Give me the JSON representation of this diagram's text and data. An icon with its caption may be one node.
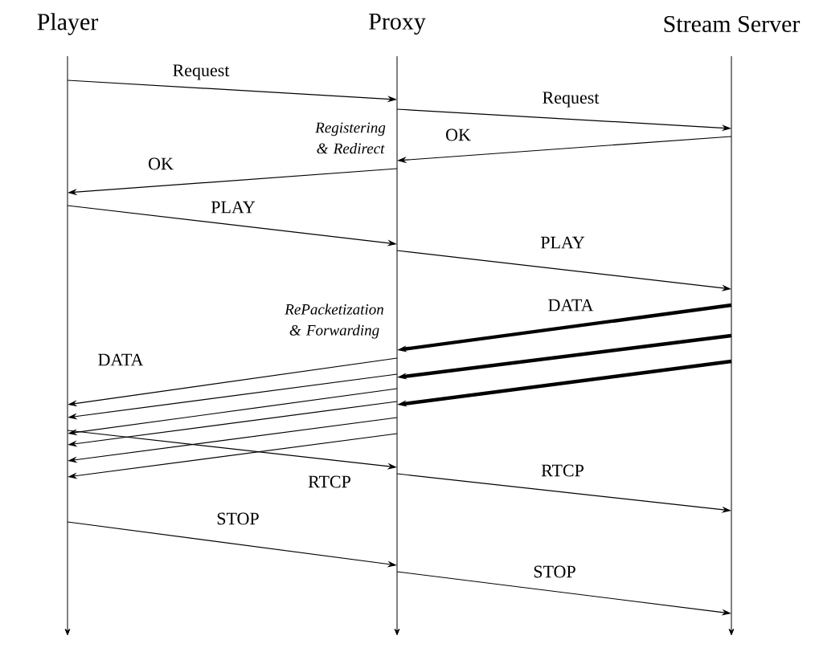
{
  "diagram": {
    "nodes": [
      {
        "text": [
          "Player"
        ]
      },
      {
        "text": [
          "Proxy"
        ]
      },
      {
        "text": [
          "Stream Server"
        ]
      }
    ],
    "edges": [
      {
        "from": 0,
        "to": 1,
        "arrow": "to",
        "label": "Request"
      },
      {
        "from": 1,
        "to": 2,
        "arrow": "to",
        "label": "Request"
      },
      {
        "from": 2,
        "to": 1,
        "arrow": "to",
        "label": "OK"
      },
      {
        "from": 1,
        "to": 0,
        "arrow": "to",
        "label": "OK"
      },
      {
        "from": 0,
        "to": 1,
        "arrow": "to",
        "label": "PLAY"
      },
      {
        "from": 1,
        "to": 2,
        "arrow": "to",
        "label": "PLAY"
      },
      {
        "from": 2,
        "to": 1,
        "arrow": "to",
        "label": "DATA",
        "style": "thick"
      },
      {
        "from": 2,
        "to": 1,
        "arrow": "to",
        "style": "thick"
      },
      {
        "from": 2,
        "to": 1,
        "arrow": "to",
        "style": "thick"
      },
      {
        "from": 1,
        "to": 0,
        "arrow": "to",
        "label": "DATA"
      },
      {
        "from": 1,
        "to": 0,
        "arrow": "to"
      },
      {
        "from": 1,
        "to": 0,
        "arrow": "to"
      },
      {
        "from": 1,
        "to": 0,
        "arrow": "to"
      },
      {
        "from": 1,
        "to": 0,
        "arrow": "to"
      },
      {
        "from": 1,
        "to": 0,
        "arrow": "to"
      },
      {
        "from": 0,
        "to": 1,
        "arrow": "to",
        "label": "RTCP"
      },
      {
        "from": 1,
        "to": 2,
        "arrow": "to",
        "label": "RTCP"
      },
      {
        "from": 0,
        "to": 1,
        "arrow": "to",
        "label": "STOP"
      },
      {
        "from": 1,
        "to": 2,
        "arrow": "to",
        "label": "STOP"
      }
    ],
    "labels": [
      "Registering & Redirect",
      "RePacketization & Forwarding"
    ]
  }
}
